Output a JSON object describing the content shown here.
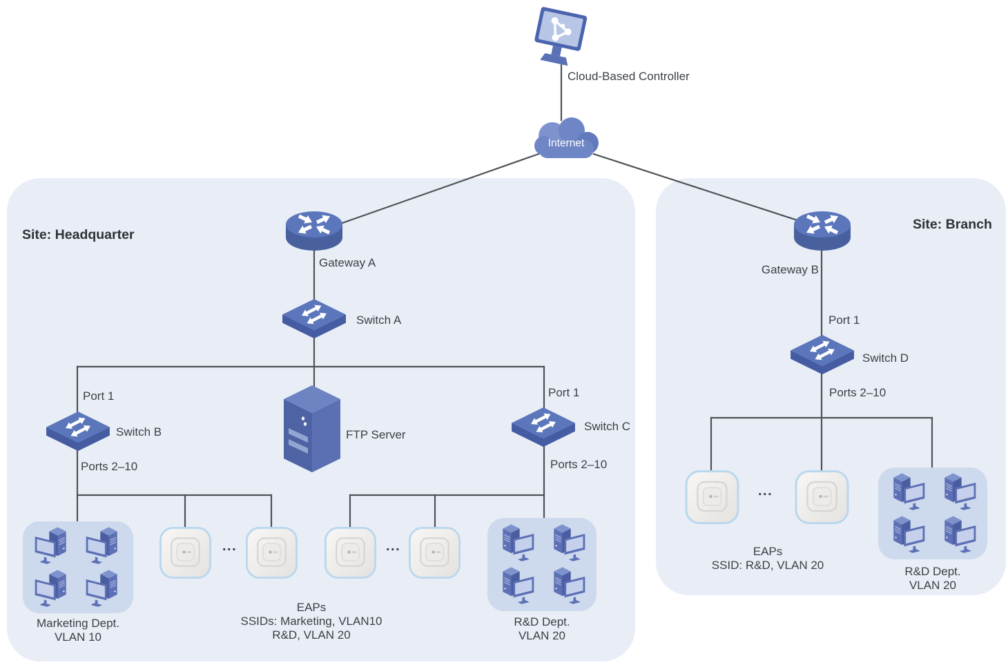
{
  "controller": {
    "label": "Cloud-Based Controller"
  },
  "internet": {
    "label": "Internet"
  },
  "hq": {
    "site_title": "Site: Headquarter",
    "gateway_label": "Gateway A",
    "switch_a_label": "Switch A",
    "switch_b_label": "Switch B",
    "switch_b_port_up": "Port 1",
    "switch_b_ports_down": "Ports 2–10",
    "switch_c_label": "Switch C",
    "switch_c_port_up": "Port 1",
    "switch_c_ports_down": "Ports 2–10",
    "ftp_label": "FTP Server",
    "marketing_dept_line1": "Marketing Dept.",
    "marketing_dept_line2": "VLAN 10",
    "eaps_line1": "EAPs",
    "eaps_line2": "SSIDs: Marketing, VLAN10",
    "eaps_line3": "R&D, VLAN 20",
    "rd_dept_line1": "R&D Dept.",
    "rd_dept_line2": "VLAN 20",
    "ellipsis_left": "...",
    "ellipsis_right": "..."
  },
  "branch": {
    "site_title": "Site: Branch",
    "gateway_label": "Gateway B",
    "switch_d_label": "Switch D",
    "switch_d_port_up": "Port 1",
    "switch_d_ports_down": "Ports 2–10",
    "eaps_line1": "EAPs",
    "eaps_line2": "SSID: R&D, VLAN 20",
    "rd_dept_line1": "R&D Dept.",
    "rd_dept_line2": "VLAN 20",
    "ellipsis": "..."
  },
  "icons": {
    "controller": "monitor-network-icon",
    "internet": "cloud-icon",
    "gateway": "router-icon",
    "switch": "switch-icon",
    "ftp_server": "tower-server-icon",
    "eap": "access-point-icon",
    "client": "desktop-computer-icon"
  },
  "colors": {
    "panel_bg": "#e9eef6",
    "group_bg": "#cdd9ec",
    "wire": "#4d5257",
    "device_blue": "#5b76bb",
    "device_blue_dark": "#49609f",
    "cloud_blue": "#6e86c5",
    "text": "#3b3f45"
  }
}
